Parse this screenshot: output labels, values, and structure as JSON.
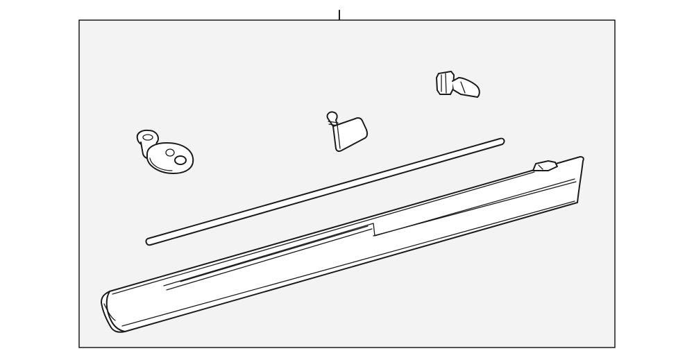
{
  "diagram": {
    "kind": "exploded-parts-diagram",
    "colors": {
      "line": "#1a1a1a",
      "frame_fill": "#f3f3f3",
      "background": "#ffffff"
    },
    "parts": [
      {
        "name": "push-clip-fastener"
      },
      {
        "name": "mounting-clip"
      },
      {
        "name": "retainer-clip"
      },
      {
        "name": "trim-strip"
      },
      {
        "name": "rocker-panel-molding"
      }
    ]
  }
}
